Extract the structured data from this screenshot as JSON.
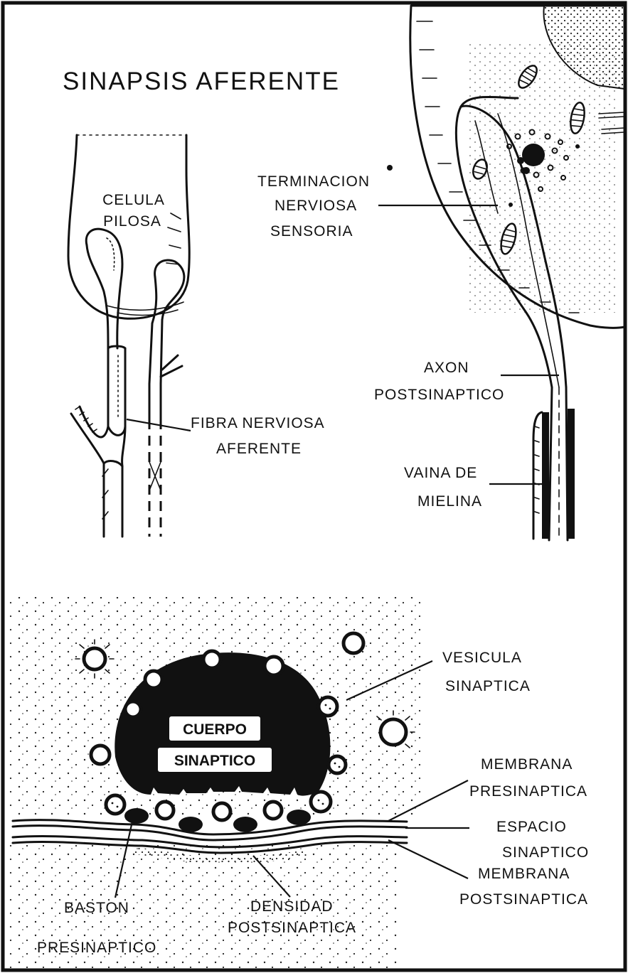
{
  "title": "SINAPSIS AFERENTE",
  "labels": {
    "celula_1": "CELULA",
    "celula_2": "PILOSA",
    "fibra_1": "FIBRA NERVIOSA",
    "fibra_2": "AFERENTE",
    "terminacion_1": "TERMINACION",
    "terminacion_2": "NERVIOSA",
    "terminacion_3": "SENSORIA",
    "axon_1": "AXON",
    "axon_2": "POSTSINAPTICO",
    "vaina_1": "VAINA DE",
    "vaina_2": "MIELINA",
    "vesicula_1": "VESICULA",
    "vesicula_2": "SINAPTICA",
    "cuerpo_1": "CUERPO",
    "cuerpo_2": "SINAPTICO",
    "membrana_pre_1": "MEMBRANA",
    "membrana_pre_2": "PRESINAPTICA",
    "espacio_1": "ESPACIO",
    "espacio_2": "SINAPTICO",
    "membrana_post_1": "MEMBRANA",
    "membrana_post_2": "POSTSINAPTICA",
    "baston_1": "BASTON",
    "baston_2": "PRESINAPTICO",
    "densidad_1": "DENSIDAD",
    "densidad_2": "POSTSINAPTICA"
  }
}
